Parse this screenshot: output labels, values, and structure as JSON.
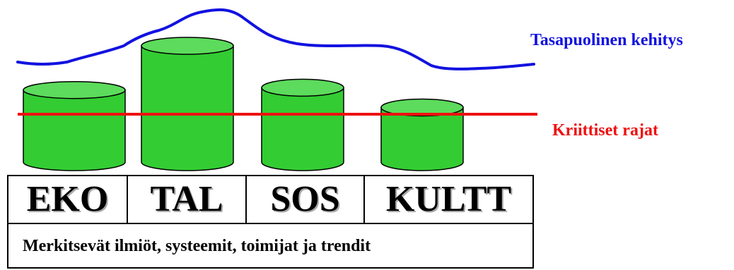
{
  "labels": {
    "balanced_development": "Tasapuolinen kehitys",
    "critical_limits": "Kriittiset rajat"
  },
  "pillars": [
    {
      "label": "EKO",
      "level": 0.62
    },
    {
      "label": "TAL",
      "level": 1.0
    },
    {
      "label": "SOS",
      "level": 0.64
    },
    {
      "label": "KULTT",
      "level": 0.47
    }
  ],
  "table": {
    "description": "Merkitsevät ilmiöt, systeemit, toimijat ja trendit"
  },
  "colors": {
    "blue_line": "#1212e0",
    "red_line": "#ee1010",
    "cylinder_fill": "#33cc33",
    "cylinder_top": "#5cdb5c"
  }
}
